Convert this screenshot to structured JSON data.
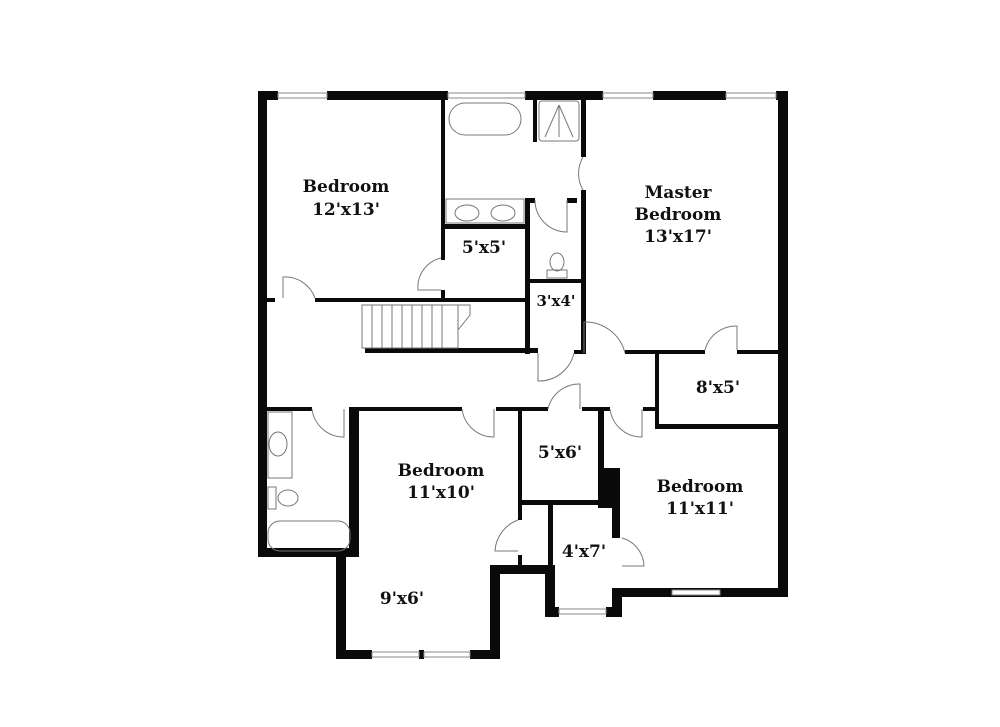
{
  "floorplan": {
    "colors": {
      "wall": "#0a0a0a",
      "fixture": "#777777",
      "background": "#ffffff"
    },
    "rooms": [
      {
        "id": "bedroom-nw",
        "name": "Bedroom",
        "dims": "12'x13'"
      },
      {
        "id": "bath-master-closet",
        "name": "",
        "dims": "5'x5'"
      },
      {
        "id": "wc",
        "name": "",
        "dims": "3'x4'"
      },
      {
        "id": "master-bedroom",
        "name_line1": "Master",
        "name_line2": "Bedroom",
        "dims": "13'x17'"
      },
      {
        "id": "walk-in-closet",
        "name": "",
        "dims": "8'x5'"
      },
      {
        "id": "bedroom-sw",
        "name": "Bedroom",
        "dims": "11'x10'"
      },
      {
        "id": "bedroom-sw-nook",
        "name": "",
        "dims": "9'x6'"
      },
      {
        "id": "closet-center",
        "name": "",
        "dims": "5'x6'"
      },
      {
        "id": "bedroom-se",
        "name": "Bedroom",
        "dims": "11'x11'"
      },
      {
        "id": "closet-se",
        "name": "",
        "dims": "4'x7'"
      }
    ]
  }
}
